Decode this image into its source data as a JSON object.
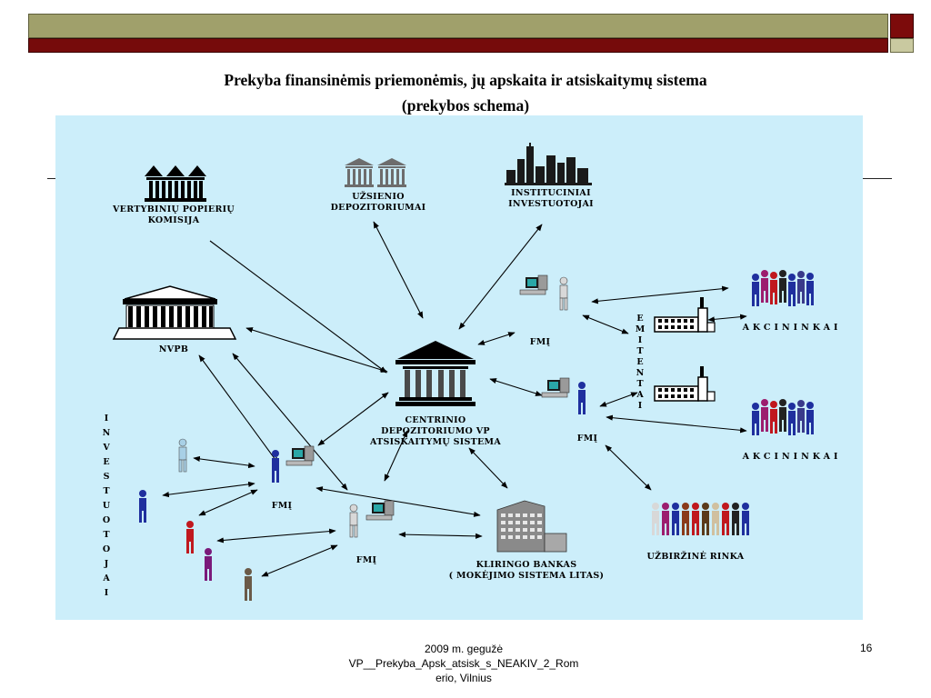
{
  "header": {
    "colors": {
      "band_olive": "#a0a06b",
      "band_maroon": "#760b0b"
    }
  },
  "title": {
    "line1": "Prekyba finansinėmis priemonėmis, jų apskaita ir atsiskaitymų sistema",
    "line2": "(prekybos schema)"
  },
  "diagram": {
    "background": "#cceefa",
    "labels": {
      "vpk": [
        "VERTYBINIŲ POPIERIŲ",
        "KOMISIJA"
      ],
      "foreign_depository": [
        "UŽSIENIO",
        "DEPOZITORIUMAI"
      ],
      "institutional": [
        "INSTITUCINIAI",
        "INVESTUOTOJAI"
      ],
      "nvpb": "NVPB",
      "central": [
        "CENTRINIO",
        "DEPOZITORIUMO VP",
        "ATSISKAITYMŲ SISTEMA"
      ],
      "fmi_top": "FMĮ",
      "fmi_right": "FMĮ",
      "fmi_left": "FMĮ",
      "fmi_bottom": "FMĮ",
      "shareholders_top": "AKCININKAI",
      "shareholders_bottom": "AKCININKAI",
      "clearing_bank": [
        "KLIRINGO BANKAS",
        "( MOKĖJIMO SISTEMA LITAS)"
      ],
      "otc_market": "UŽBIRŽINĖ RINKA"
    },
    "vertical_labels": {
      "issuers": [
        "E",
        "M",
        "I",
        "T",
        "E",
        "N",
        "T",
        "A",
        "I"
      ],
      "investors": [
        "I",
        "N",
        "V",
        "E",
        "S",
        "T",
        "U",
        "O",
        "T",
        "O",
        "J",
        "A",
        "I"
      ]
    }
  },
  "footer": {
    "lines": [
      "2009 m. gegužė",
      "VP__Prekyba_Apsk_atsisk_s_NEAKIV_2_Rom",
      "erio,  Vilnius"
    ],
    "page": "16"
  }
}
